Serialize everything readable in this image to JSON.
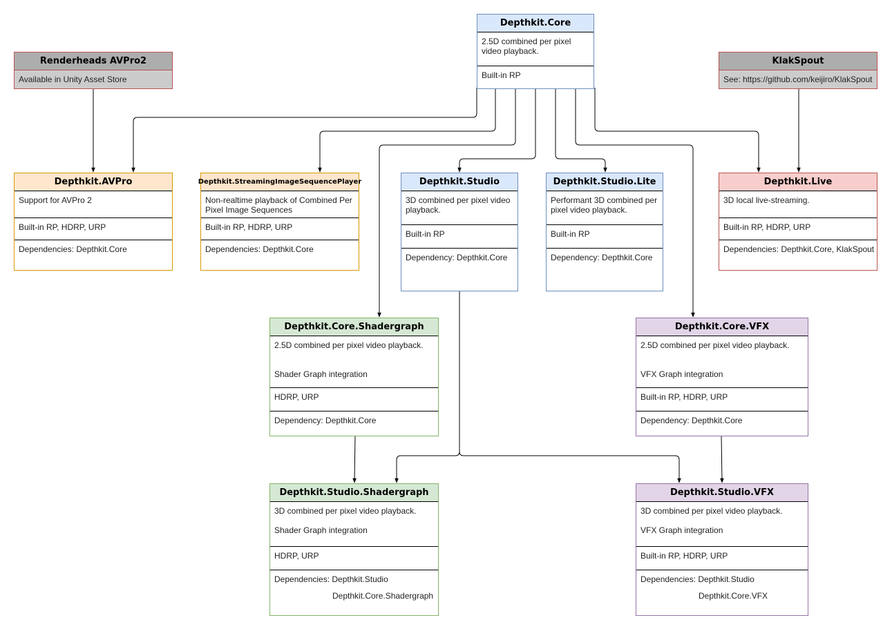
{
  "colors": {
    "blue": {
      "fill": "#dae8fc",
      "stroke": "#6c8ebf"
    },
    "orange": {
      "fill": "#ffe6cc",
      "stroke": "#d79b00"
    },
    "red": {
      "fill": "#f8cecc",
      "stroke": "#b85450"
    },
    "green": {
      "fill": "#d5e8d4",
      "stroke": "#82b366"
    },
    "purple": {
      "fill": "#e1d5e7",
      "stroke": "#9673a6"
    },
    "gray": {
      "fill": "#adadad",
      "body": "#cccccc",
      "stroke": "#b85450"
    }
  },
  "nodes": [
    {
      "id": "depthkit-core",
      "title": "Depthkit.Core",
      "color": "blue",
      "sections": [
        [
          "2.5D combined per pixel",
          "video playback."
        ],
        [
          "Built-in RP"
        ]
      ]
    },
    {
      "id": "renderheads-avpro2",
      "title": "Renderheads AVPro2",
      "color": "gray",
      "sections": [
        [
          "Available in Unity Asset Store"
        ]
      ]
    },
    {
      "id": "klakspout",
      "title": "KlakSpout",
      "color": "gray",
      "sections": [
        [
          "See: https://github.com/keijiro/KlakSpout"
        ]
      ]
    },
    {
      "id": "depthkit-avpro",
      "title": "Depthkit.AVPro",
      "color": "orange",
      "sections": [
        [
          "Support for AVPro 2"
        ],
        [
          "Built-in RP, HDRP, URP"
        ],
        [
          "Dependencies: Depthkit.Core"
        ]
      ]
    },
    {
      "id": "depthkit-streaming",
      "title": "Depthkit.StreamingImageSequencePlayer",
      "color": "orange",
      "small": true,
      "sections": [
        [
          "Non-realtime playback of Combined Per",
          "Pixel Image Sequences"
        ],
        [
          "Built-in RP, HDRP, URP"
        ],
        [
          "Dependencies: Depthkit.Core"
        ]
      ]
    },
    {
      "id": "depthkit-studio",
      "title": "Depthkit.Studio",
      "color": "blue",
      "sections": [
        [
          "3D combined per pixel video",
          "playback."
        ],
        [
          "Built-in RP"
        ],
        [
          "Dependency: Depthkit.Core"
        ]
      ]
    },
    {
      "id": "depthkit-studio-lite",
      "title": "Depthkit.Studio.Lite",
      "color": "blue",
      "sections": [
        [
          "Performant 3D combined per",
          "pixel video playback."
        ],
        [
          "Built-in RP"
        ],
        [
          "Dependency: Depthkit.Core"
        ]
      ]
    },
    {
      "id": "depthkit-live",
      "title": "Depthkit.Live",
      "color": "red",
      "sections": [
        [
          "3D local live-streaming."
        ],
        [
          "Built-in RP, HDRP, URP"
        ],
        [
          "Dependencies: Depthkit.Core, KlakSpout"
        ]
      ]
    },
    {
      "id": "depthkit-core-shadergraph",
      "title": "Depthkit.Core.Shadergraph",
      "color": "green",
      "sections": [
        [
          "2.5D combined per pixel video playback.",
          "",
          "",
          "Shader Graph integration"
        ],
        [
          "HDRP, URP"
        ],
        [
          "Dependency: Depthkit.Core"
        ]
      ]
    },
    {
      "id": "depthkit-core-vfx",
      "title": "Depthkit.Core.VFX",
      "color": "purple",
      "sections": [
        [
          "2.5D combined per pixel video playback.",
          "",
          "",
          "VFX Graph integration"
        ],
        [
          "Built-in RP, HDRP, URP"
        ],
        [
          "Dependency: Depthkit.Core"
        ]
      ]
    },
    {
      "id": "depthkit-studio-shadergraph",
      "title": "Depthkit.Studio.Shadergraph",
      "color": "green",
      "sections": [
        [
          "3D combined per pixel video playback.",
          "",
          "Shader Graph integration"
        ],
        [
          "HDRP, URP"
        ],
        [
          "Dependencies: Depthkit.Studio",
          "Depthkit.Core.Shadergraph"
        ]
      ]
    },
    {
      "id": "depthkit-studio-vfx",
      "title": "Depthkit.Studio.VFX",
      "color": "purple",
      "sections": [
        [
          "3D combined per pixel video playback.",
          "",
          "VFX Graph integration"
        ],
        [
          "Built-in RP, HDRP, URP"
        ],
        [
          "Dependencies: Depthkit.Studio",
          "Depthkit.Core.VFX"
        ]
      ]
    }
  ]
}
